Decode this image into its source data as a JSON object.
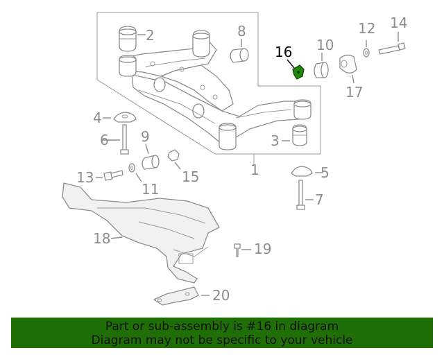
{
  "callouts": {
    "c1": "1",
    "c2": "2",
    "c3": "3",
    "c4": "4",
    "c5": "5",
    "c6": "6",
    "c7": "7",
    "c8": "8",
    "c9": "9",
    "c10": "10",
    "c11": "11",
    "c12": "12",
    "c13": "13",
    "c14": "14",
    "c15": "15",
    "c16": "16",
    "c17": "17",
    "c18": "18",
    "c19": "19",
    "c20": "20"
  },
  "highlight": {
    "part_number": "16",
    "color": "#1f8a0a"
  },
  "banner": {
    "line1": "Part or sub-assembly is #16 in diagram",
    "line2": "Diagram may not be specific to your vehicle",
    "color": "#1f6e06"
  },
  "colors": {
    "line_art": "#8c8c8c",
    "highlight_label": "#000000"
  }
}
